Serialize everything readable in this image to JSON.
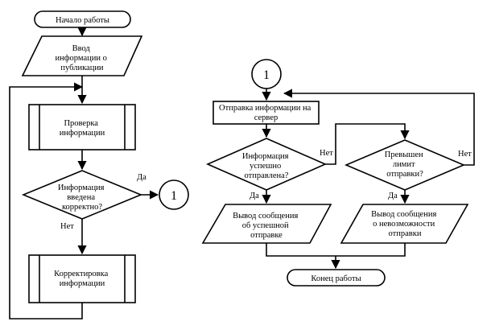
{
  "diagram": {
    "start": "Начало работы",
    "input": [
      "Ввод",
      "информации о",
      "публикации"
    ],
    "check": [
      "Проверка",
      "информации"
    ],
    "decision_correct": [
      "Информация",
      "введена",
      "корректно?"
    ],
    "yes": "Да",
    "no": "Нет",
    "connector": "1",
    "correction": [
      "Корректировка",
      "информации"
    ],
    "send": [
      "Отправка информации на",
      "сервер"
    ],
    "decision_sent": [
      "Информация",
      "успешно",
      "отправлена?"
    ],
    "decision_limit": [
      "Превышен",
      "лимит",
      "отправки?"
    ],
    "out_success": [
      "Вывод сообщения",
      "об успешной",
      "отправке"
    ],
    "out_fail": [
      "Вывод сообщения",
      "о невозможности",
      "отправки"
    ],
    "end": "Конец работы"
  }
}
